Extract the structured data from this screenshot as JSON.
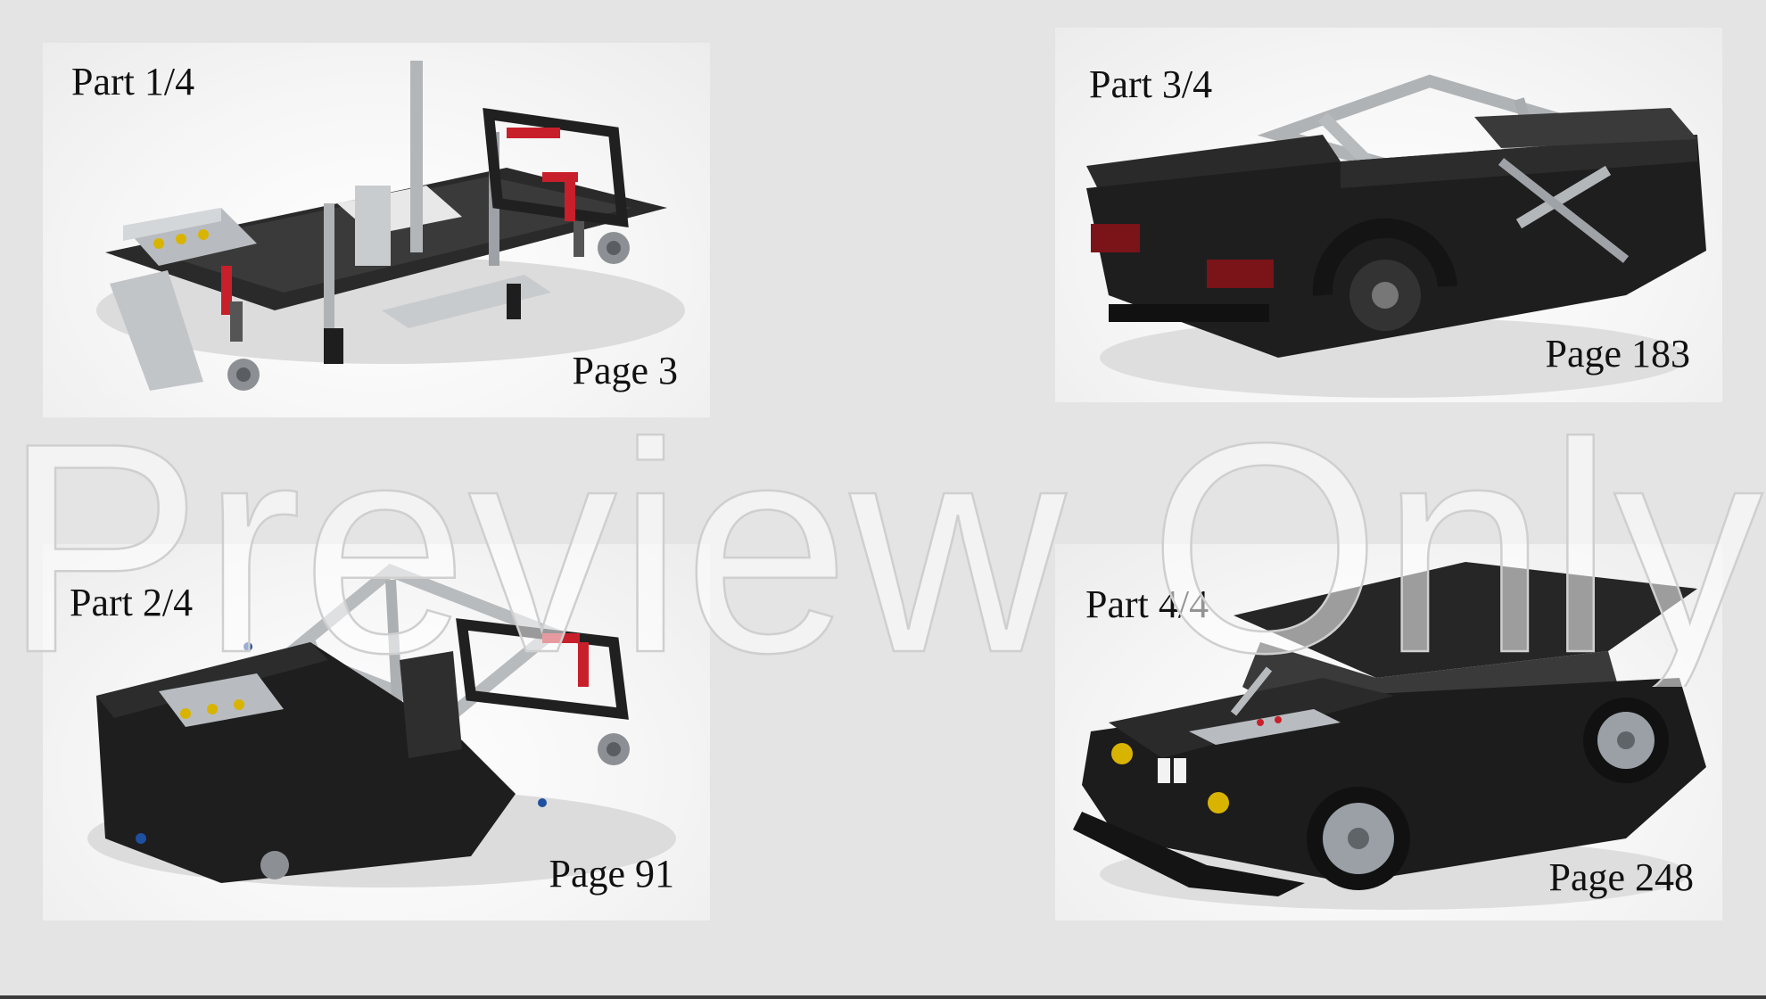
{
  "panels": [
    {
      "part": "Part 1/4",
      "page": "Page 3"
    },
    {
      "part": "Part 2/4",
      "page": "Page 91"
    },
    {
      "part": "Part 3/4",
      "page": "Page 183"
    },
    {
      "part": "Part 4/4",
      "page": "Page 248"
    }
  ],
  "watermark": "Preview Only",
  "colors": {
    "background": "#e4e4e4",
    "panel": "#ffffff",
    "model_dark": "#1c1c1c",
    "model_grey": "#b8bcc0",
    "accent_red": "#c8202a"
  }
}
